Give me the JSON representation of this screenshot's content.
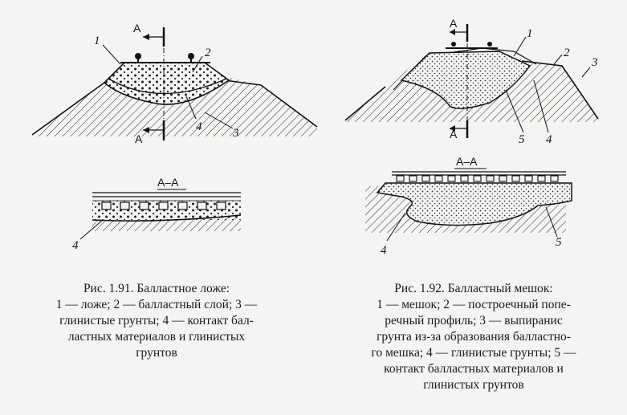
{
  "figure1": {
    "section_label_top": "A",
    "section_label_bottom": "A",
    "section_view_label": "A–A",
    "callouts": [
      "1",
      "2",
      "3",
      "4"
    ],
    "section_callout": "4",
    "caption": {
      "title": "Рис. 1.91. Балластное ложе:",
      "lines": [
        "1 — ложе; 2 — балластный слой; 3 —",
        "глинистые грунты; 4 — контакт бал-",
        "ластных материалов и глинистых",
        "грунтов"
      ]
    }
  },
  "figure2": {
    "section_label_top": "A",
    "section_label_bottom": "A",
    "section_view_label": "A–A",
    "callouts": [
      "1",
      "2",
      "3",
      "4",
      "5"
    ],
    "section_callouts": [
      "4",
      "5"
    ],
    "caption": {
      "title": "Рис. 1.92. Балластный мешок:",
      "lines": [
        "1 — мешок; 2 — построечный попе-",
        "речный профиль; 3 — выпиранис",
        "грунта из-за образования балластно-",
        "го мешка; 4 — глинистые грунты; 5 —",
        "контакт балластных материалов и",
        "глинистых грунтов"
      ]
    }
  }
}
